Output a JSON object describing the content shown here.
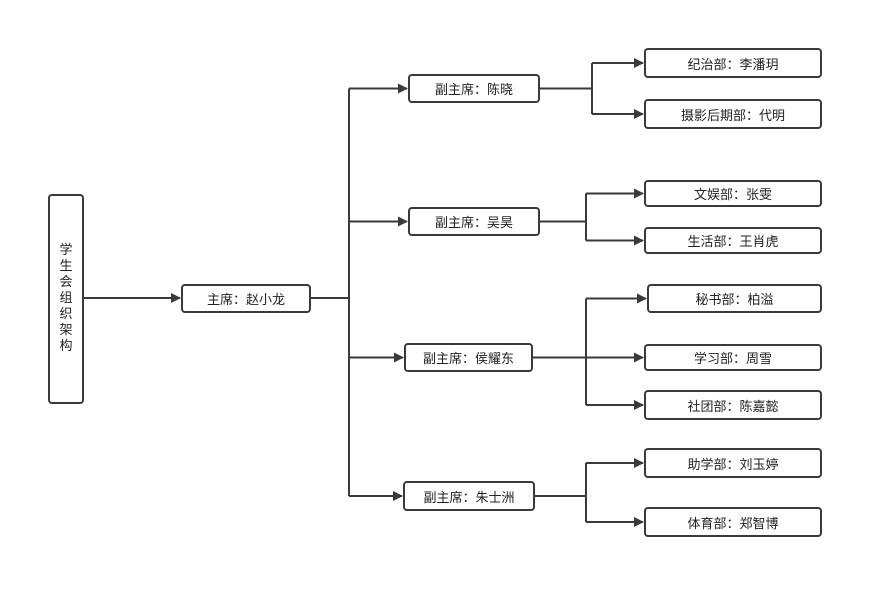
{
  "root": {
    "label": "学生会组织架构"
  },
  "chairman": {
    "label": "主席：赵小龙"
  },
  "vice_chairs": [
    {
      "label": "副主席：陈晓",
      "departments": [
        "纪治部：李潘玥",
        "摄影后期部：代明"
      ]
    },
    {
      "label": "副主席：吴昊",
      "departments": [
        "文娱部：张雯",
        "生活部：王肖虎"
      ]
    },
    {
      "label": "副主席：侯耀东",
      "departments": [
        "秘书部：柏溢",
        "学习部：周雪",
        "社团部：陈嘉懿"
      ]
    },
    {
      "label": "副主席：朱士洲",
      "departments": [
        "助学部：刘玉婷",
        "体育部：郑智博"
      ]
    }
  ],
  "colors": {
    "line": "#3a3a3a",
    "border": "#3a3a3a"
  }
}
